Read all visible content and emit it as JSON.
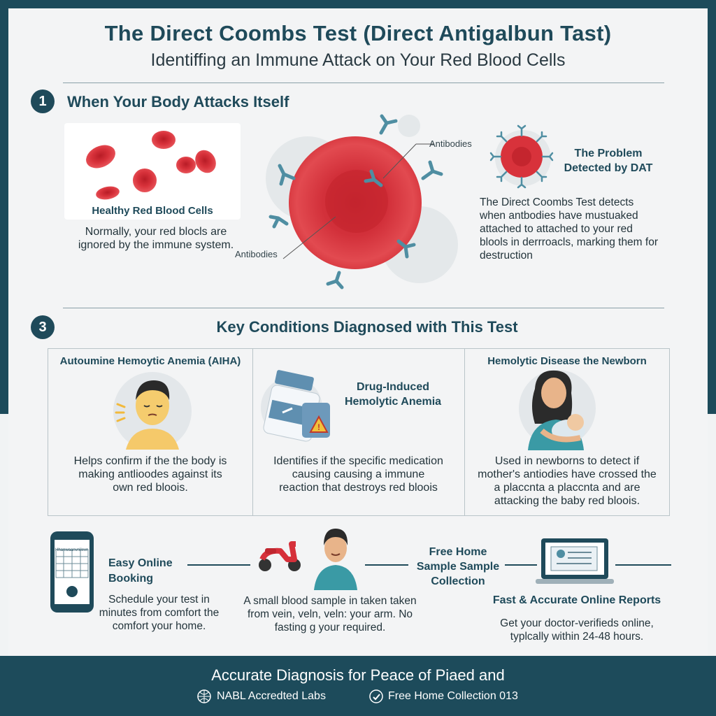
{
  "header": {
    "title": "The Direct Coombs Test (Direct Antigalbun Tast)",
    "subtitle": "Identiffing an Immune Attack on Your Red Blood Cells"
  },
  "section1": {
    "number": "1",
    "title": "When Your Body Attacks Itself",
    "healthy_label": "Healthy Red Blood Cells",
    "healthy_text": "Normally, your red blocls are ignored by the immune system.",
    "antibodies_label_top": "Antibodies",
    "antibodies_label_left": "Antibodies",
    "problem_title": "The Problem Detected by DAT",
    "problem_text": "The Direct Coombs Test detects when antbodies have mustuaked attached to attached to your red blools in derrroacls, marking them for destruction"
  },
  "section3": {
    "number": "3",
    "title": "Key Conditions Diagnosed with This Test",
    "conditions": [
      {
        "title": "Autoumine Hemoytic Anemia (AIHA)",
        "text": "Helps confirm if the the body is making antlioodes against its own red bloois."
      },
      {
        "title": "Drug-Induced Hemolytic Anemia",
        "text": "Identifies if the specific medication causing causing a immune reaction that destroys red bloois"
      },
      {
        "title": "Hemolytic Disease the Newborn",
        "text": "Used in newborns to detect if mother's antiodies have crossed the a placcnta a placcnta and are attacking the baby red bloois."
      }
    ]
  },
  "process": {
    "phone_header": "Hhanwaanvnilevn",
    "steps": [
      {
        "title": "Easy Online Booking",
        "text": "Schedule your test in minutes from comfort the comfort your home."
      },
      {
        "title": "",
        "text": "A small blood sample in taken taken from vein, veln, veln: your arm. No fasting g your required."
      },
      {
        "title": "Free Home Sample Sample Collection",
        "text": ""
      },
      {
        "title": "Fast & Accurate Online Reports",
        "text": "Get your doctor-verifieds online, typlcally within 24-48 hours."
      }
    ]
  },
  "footer": {
    "tagline": "Accurate Diagnosis for Peace of Piaed and",
    "badge1": "NABL Accredted Labs",
    "badge2": "Free Home Collection 013"
  },
  "colors": {
    "brand": "#1d4b5b",
    "blood": "#d9323a",
    "antibody": "#4f8ea2"
  }
}
